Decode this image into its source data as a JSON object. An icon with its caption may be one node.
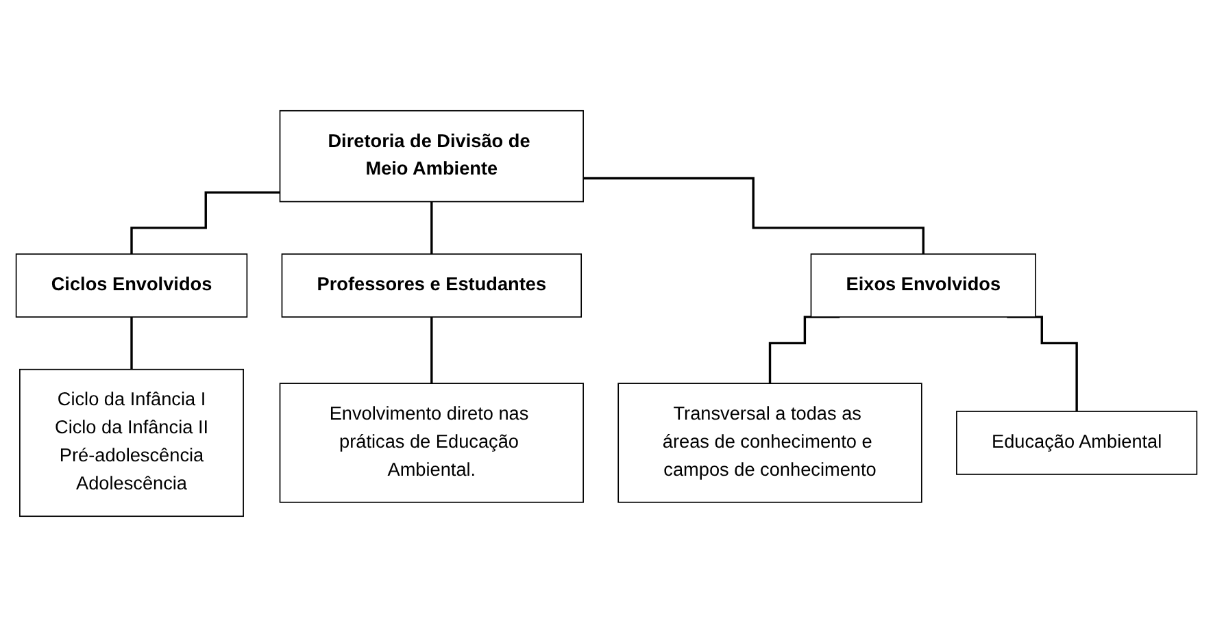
{
  "diagram": {
    "nodes": [
      {
        "text": [
          "Diretoria de Divisão de Meio Ambiente"
        ]
      },
      {
        "text": [
          "Ciclos Envolvidos"
        ]
      },
      {
        "text": [
          "Professores e Estudantes"
        ]
      },
      {
        "text": [
          "Eixos Envolvidos"
        ]
      },
      {
        "text": [
          "Ciclo da Infância I",
          "Ciclo da Infância II",
          "Pré-adolescência",
          "Adolescência"
        ]
      },
      {
        "text": [
          "Envolvimento direto nas práticas de Educação Ambiental."
        ]
      },
      {
        "text": [
          "Transversal a todas as áreas de conhecimento e campos de conhecimento"
        ]
      },
      {
        "text": [
          "Educação Ambiental"
        ]
      }
    ],
    "edges": [
      {
        "from": 0,
        "to": 1,
        "arrow": "none"
      },
      {
        "from": 0,
        "to": 2,
        "arrow": "none"
      },
      {
        "from": 0,
        "to": 3,
        "arrow": "none"
      },
      {
        "from": 1,
        "to": 4,
        "arrow": "none"
      },
      {
        "from": 2,
        "to": 5,
        "arrow": "none"
      },
      {
        "from": 3,
        "to": 6,
        "arrow": "none"
      },
      {
        "from": 3,
        "to": 7,
        "arrow": "none"
      }
    ]
  }
}
